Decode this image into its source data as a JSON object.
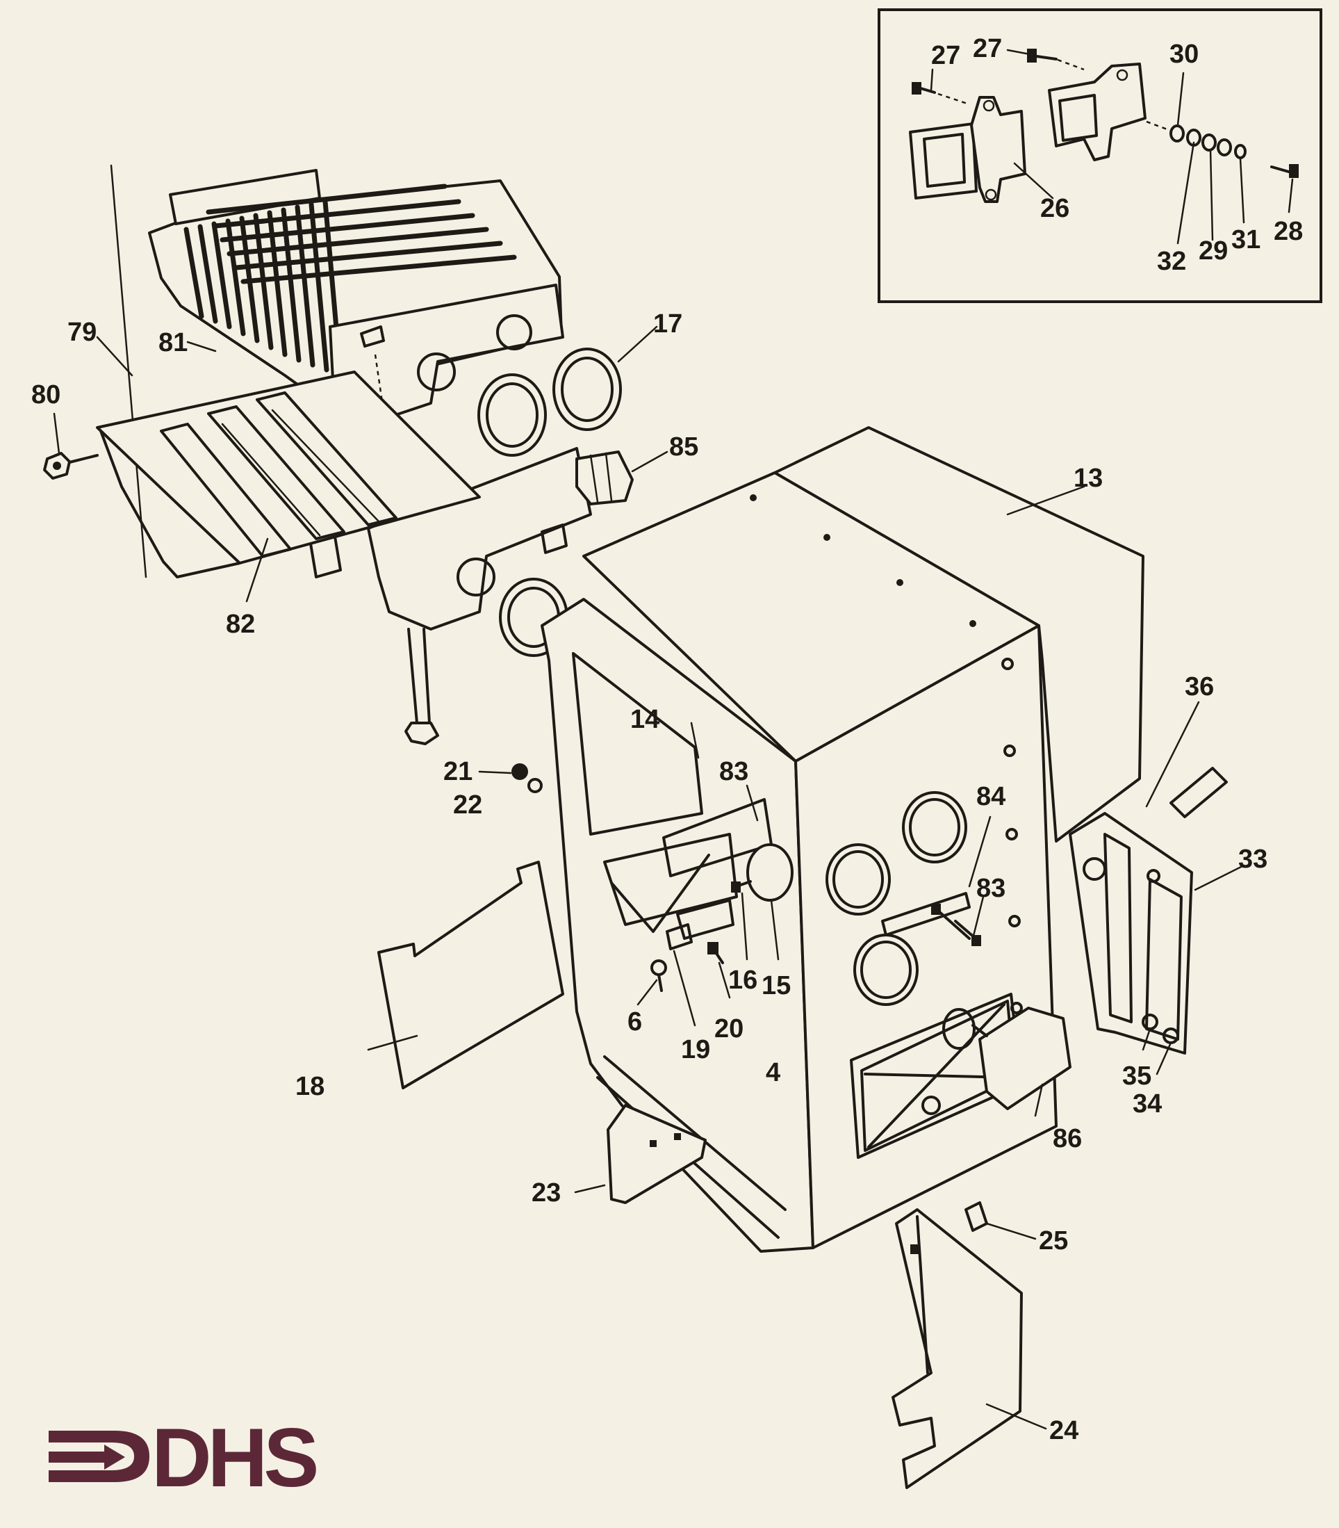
{
  "inset": {
    "callouts": [
      {
        "id": "27a",
        "label": "27"
      },
      {
        "id": "27b",
        "label": "27"
      },
      {
        "id": "30",
        "label": "30"
      },
      {
        "id": "26",
        "label": "26"
      },
      {
        "id": "32",
        "label": "32"
      },
      {
        "id": "29",
        "label": "29"
      },
      {
        "id": "31",
        "label": "31"
      },
      {
        "id": "28",
        "label": "28"
      }
    ]
  },
  "main": {
    "callouts": [
      {
        "id": "79",
        "label": "79"
      },
      {
        "id": "81",
        "label": "81"
      },
      {
        "id": "17",
        "label": "17"
      },
      {
        "id": "80",
        "label": "80"
      },
      {
        "id": "85",
        "label": "85"
      },
      {
        "id": "13",
        "label": "13"
      },
      {
        "id": "82",
        "label": "82"
      },
      {
        "id": "36",
        "label": "36"
      },
      {
        "id": "14",
        "label": "14"
      },
      {
        "id": "83a",
        "label": "83"
      },
      {
        "id": "21",
        "label": "21"
      },
      {
        "id": "22",
        "label": "22"
      },
      {
        "id": "84",
        "label": "84"
      },
      {
        "id": "33",
        "label": "33"
      },
      {
        "id": "83b",
        "label": "83"
      },
      {
        "id": "16",
        "label": "16"
      },
      {
        "id": "15",
        "label": "15"
      },
      {
        "id": "6",
        "label": "6"
      },
      {
        "id": "20",
        "label": "20"
      },
      {
        "id": "19",
        "label": "19"
      },
      {
        "id": "35",
        "label": "35"
      },
      {
        "id": "34",
        "label": "34"
      },
      {
        "id": "18",
        "label": "18"
      },
      {
        "id": "4",
        "label": "4"
      },
      {
        "id": "86",
        "label": "86"
      },
      {
        "id": "23",
        "label": "23"
      },
      {
        "id": "25",
        "label": "25"
      },
      {
        "id": "24",
        "label": "24"
      }
    ]
  },
  "logo": {
    "text": "DHS",
    "color": "#5c2838"
  },
  "colors": {
    "ink": "#1e1a16",
    "paper": "#f4f1e4"
  }
}
